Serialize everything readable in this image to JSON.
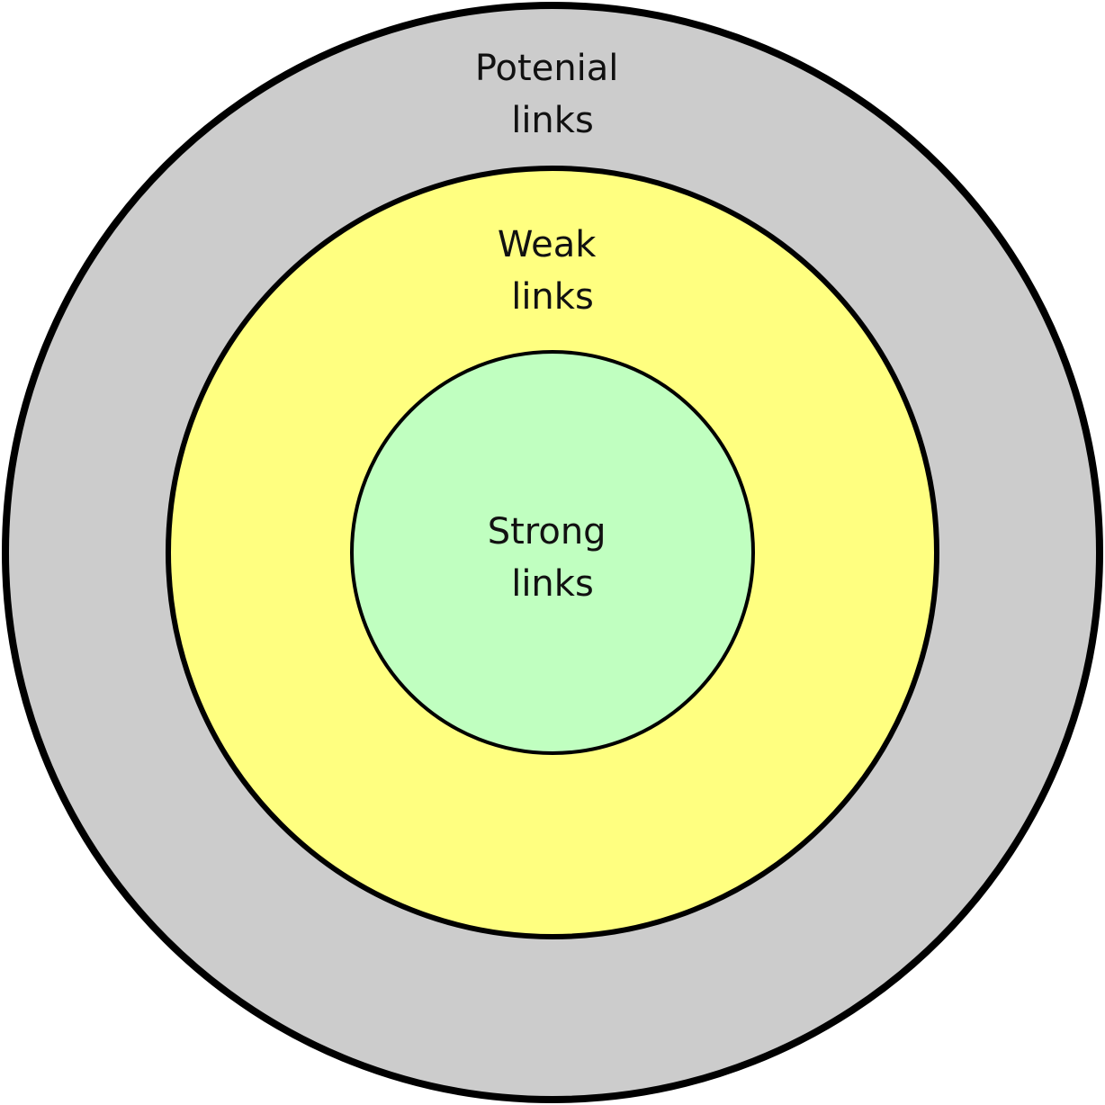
{
  "diagram": {
    "rings": [
      {
        "id": "potential",
        "label_line1": "Potenial",
        "label_line2": "links",
        "fill": "#cccccc",
        "stroke": "#000000"
      },
      {
        "id": "weak",
        "label_line1": "Weak",
        "label_line2": "links",
        "fill": "#ffff80",
        "stroke": "#000000"
      },
      {
        "id": "strong",
        "label_line1": "Strong",
        "label_line2": "links",
        "fill": "#c0ffc0",
        "stroke": "#000000"
      }
    ]
  }
}
